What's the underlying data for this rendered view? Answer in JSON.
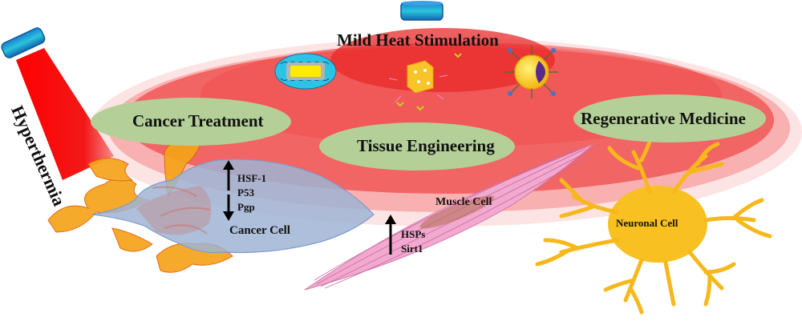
{
  "figure": {
    "heat_source_label": "Hyperthermia",
    "zone_title": "Mild Heat Stimulation",
    "applications": [
      {
        "label": "Cancer Treatment"
      },
      {
        "label": "Tissue Engineering"
      },
      {
        "label": "Regenerative Medicine"
      }
    ],
    "nanoparticles": [
      {
        "name": "core-shell-nanorod"
      },
      {
        "name": "cubic-nanoparticle"
      },
      {
        "name": "functionalized-spherical-nanoparticle"
      }
    ],
    "cells": {
      "cancer": {
        "label": "Cancer Cell",
        "up_markers": [
          "HSF-1"
        ],
        "down_markers": [
          "P53",
          "Pgp"
        ]
      },
      "muscle": {
        "label": "Muscle Cell",
        "up_markers": [
          "HSPs",
          "Sirt1"
        ]
      },
      "neuronal": {
        "label": "Neuronal Cell"
      }
    },
    "colors": {
      "heat_red": "#ff1a1a",
      "zone_red": "#f25c5c",
      "zone_pink": "#f9b3b3",
      "ellipse_green": "#b5cf98",
      "lamp_blue": "#1e8fd6",
      "cancer_blue": "#9fb4d4",
      "muscle_pink": "#f2a9cf",
      "neuron_yellow": "#f8c020",
      "flame_orange": "#f59a16"
    }
  }
}
